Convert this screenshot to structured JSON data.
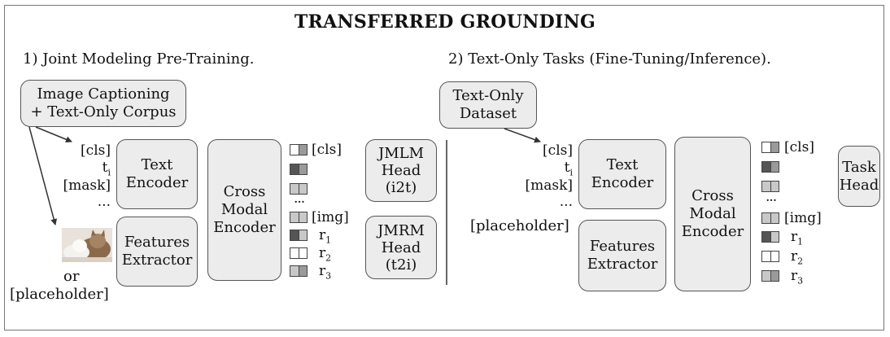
{
  "title": "TRANSFERRED GROUNDING",
  "left": {
    "heading": "1) Joint Modeling Pre-Training.",
    "corpus": [
      "Image Captioning",
      "+ Text-Only Corpus"
    ],
    "tokens": {
      "cls": "[cls]",
      "t": "t",
      "t_sub": "i",
      "mask": "[mask]",
      "ellipsis": "..."
    },
    "or": "or",
    "placeholder": "[placeholder]",
    "text_encoder": [
      "Text",
      "Encoder"
    ],
    "features_extractor": [
      "Features",
      "Extractor"
    ],
    "cross_modal": [
      "Cross",
      "Modal",
      "Encoder"
    ],
    "output_tokens": {
      "cls": "[cls]",
      "ellipsis": "...",
      "img": "[img]",
      "r": "r",
      "r1": "1",
      "r2": "2",
      "r3": "3"
    },
    "jmlm": [
      "JMLM",
      "Head",
      "(i2t)"
    ],
    "jmrm": [
      "JMRM",
      "Head",
      "(t2i)"
    ]
  },
  "right": {
    "heading": "2) Text-Only Tasks (Fine-Tuning/Inference).",
    "dataset": [
      "Text-Only",
      "Dataset"
    ],
    "tokens": {
      "cls": "[cls]",
      "t": "t",
      "t_sub": "i",
      "mask": "[mask]",
      "ellipsis": "..."
    },
    "placeholder": "[placeholder]",
    "text_encoder": [
      "Text",
      "Encoder"
    ],
    "features_extractor": [
      "Features",
      "Extractor"
    ],
    "cross_modal": [
      "Cross",
      "Modal",
      "Encoder"
    ],
    "output_tokens": {
      "cls": "[cls]",
      "ellipsis": "...",
      "img": "[img]",
      "r": "r",
      "r1": "1",
      "r2": "2",
      "r3": "3"
    },
    "task_head": [
      "Task",
      "Head"
    ]
  },
  "colors": {
    "box_fill": "#ececec",
    "box_border": "#555555",
    "token_dark": "#555555",
    "token_mid": "#9a9a9a",
    "token_light": "#c8c8c8"
  },
  "icons": {
    "cat_image": "cat-photo-thumbnail"
  }
}
